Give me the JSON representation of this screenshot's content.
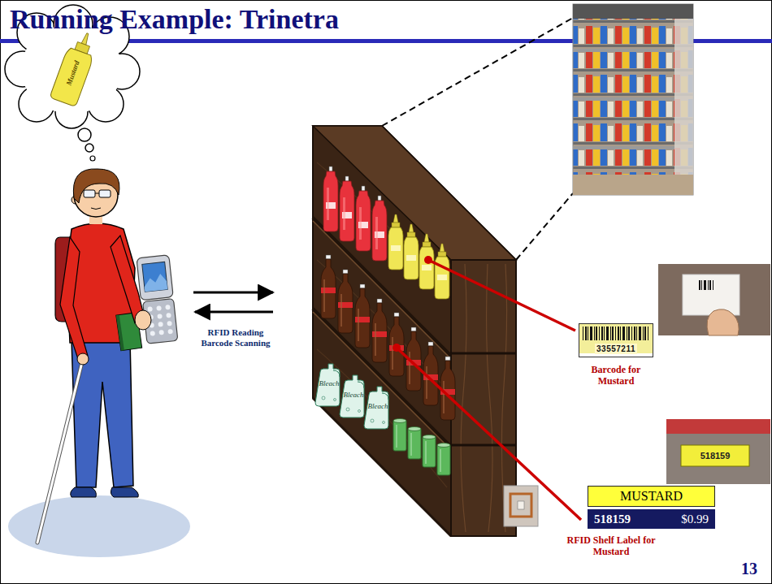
{
  "diagram": {
    "title": "Running Example: Trinetra",
    "nodes": [
      {
        "text": [
          "33557211",
          "Barcode for Mustard"
        ]
      },
      {
        "text": [
          "MUSTARD",
          "518159",
          "$0.99"
        ]
      }
    ],
    "labels": [
      "Mustard",
      "RFID Reading Barcode Scanning",
      "Bleach",
      "Bleach",
      "Bleach",
      "518159",
      "RFID Shelf Label for Mustard",
      "13"
    ]
  }
}
